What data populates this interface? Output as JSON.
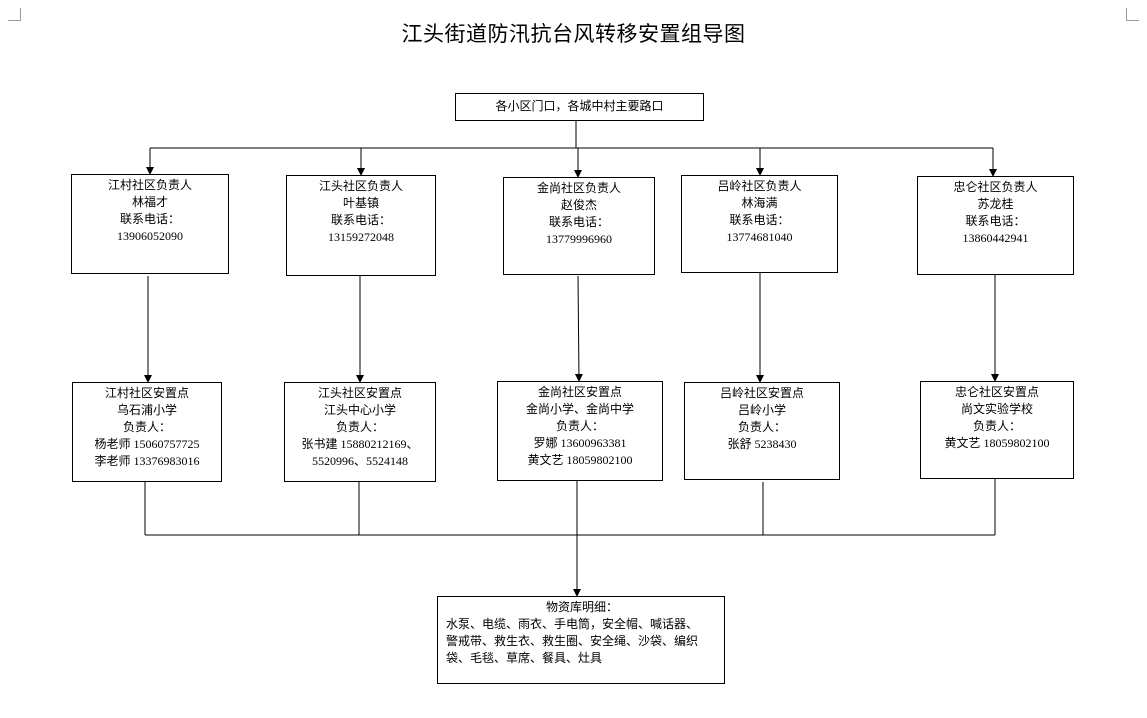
{
  "title": "江头街道防汛抗台风转移安置组导图",
  "root": "各小区门口，各城中村主要路口",
  "communities": [
    {
      "heading": "江村社区负责人",
      "person": "林福才",
      "phone_label": "联系电话：",
      "phone": "13906052090"
    },
    {
      "heading": "江头社区负责人",
      "person": "叶基镇",
      "phone_label": "联系电话：",
      "phone": "13159272048"
    },
    {
      "heading": "金尚社区负责人",
      "person": "赵俊杰",
      "phone_label": "联系电话：",
      "phone": "13779996960"
    },
    {
      "heading": "吕岭社区负责人",
      "person": "林海满",
      "phone_label": "联系电话：",
      "phone": "13774681040"
    },
    {
      "heading": "忠仑社区负责人",
      "person": "苏龙桂",
      "phone_label": "联系电话：",
      "phone": "13860442941"
    }
  ],
  "shelters": [
    {
      "title": "江村社区安置点",
      "place": "乌石浦小学",
      "manager_label": "负责人：",
      "contacts": [
        "杨老师 15060757725",
        "李老师 13376983016"
      ]
    },
    {
      "title": "江头社区安置点",
      "place": "江头中心小学",
      "manager_label": "负责人：",
      "contacts": [
        "张书建 15880212169、",
        "5520996、5524148"
      ]
    },
    {
      "title": "金尚社区安置点",
      "place": "金尚小学、金尚中学",
      "manager_label": "负责人：",
      "contacts": [
        "罗娜 13600963381",
        "黄文艺 18059802100"
      ]
    },
    {
      "title": "吕岭社区安置点",
      "place": "吕岭小学",
      "manager_label": "负责人：",
      "contacts": [
        "张舒 5238430"
      ]
    },
    {
      "title": "忠仑社区安置点",
      "place": "尚文实验学校",
      "manager_label": "负责人：",
      "contacts": [
        "黄文艺 18059802100"
      ]
    }
  ],
  "supplies": {
    "heading": "物资库明细：",
    "lines": [
      "水泵、电缆、雨衣、手电筒，安全帽、喊话器、",
      "警戒带、救生衣、救生圈、安全绳、沙袋、编织",
      "袋、毛毯、草席、餐具、灶具"
    ]
  }
}
